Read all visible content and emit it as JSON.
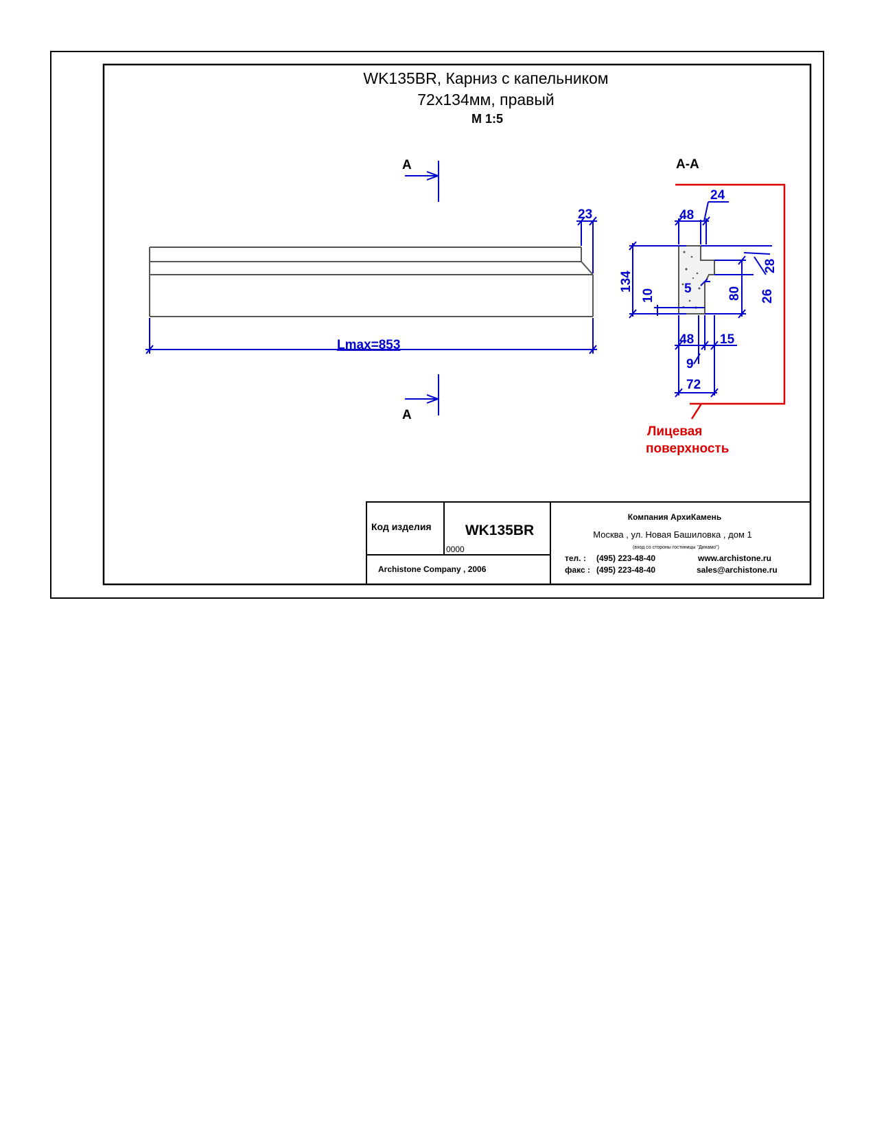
{
  "title": {
    "line1": "WK135BR, Карниз с капельником",
    "line2": "72x134мм, правый",
    "scale": "M 1:5"
  },
  "section": {
    "mark_top": "A",
    "mark_bottom": "A",
    "view_label": "A-A"
  },
  "front_view": {
    "length_label": "Lmax=853",
    "dim_23": "23"
  },
  "section_dims": {
    "d24": "24",
    "d48_top": "48",
    "d134": "134",
    "d10": "10",
    "d5": "5",
    "d80": "80",
    "d26": "26",
    "d28": "28",
    "d48_bottom": "48",
    "d15": "15",
    "d9": "9",
    "d72": "72"
  },
  "face_label": {
    "line1": "Лицевая",
    "line2": "поверхность"
  },
  "title_block": {
    "code_label": "Код изделия",
    "code_value": "WK135BR",
    "number": "0000",
    "copyright": "Archistone  Company ,  2006",
    "company": "Компания  АрхиКамень",
    "address": "Москва , ул. Новая Башиловка , дом 1",
    "address_note": "(вход со стороны гостиницы \"Динамо\")",
    "tel_label": "тел.   :",
    "tel_value": "(495) 223-48-40",
    "fax_label": "факс :",
    "fax_value": "(495) 223-48-40",
    "web": "www.archistone.ru",
    "email": "sales@archistone.ru"
  },
  "colors": {
    "dimension": "#0000cc",
    "outline": "#555555",
    "face": "#dd0000",
    "frame": "#000000"
  }
}
